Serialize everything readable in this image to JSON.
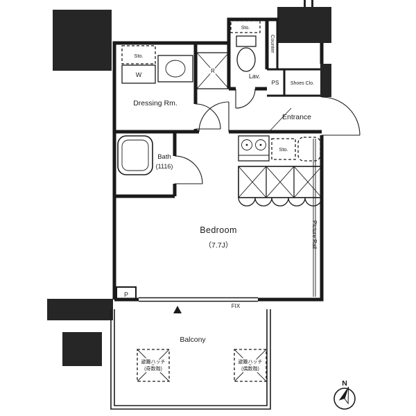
{
  "colors": {
    "ink": "#1a1a1a",
    "block_fill": "#262626",
    "background": "#ffffff"
  },
  "rooms": {
    "dressing": {
      "label": "Dressing Rm."
    },
    "bath": {
      "label": "Bath",
      "size": "(1116)"
    },
    "lav": {
      "label": "Lav."
    },
    "entrance": {
      "label": "Entrance"
    },
    "bedroom": {
      "label": "Bedroom",
      "size": "（7.7J）"
    },
    "balcony": {
      "label": "Balcony"
    }
  },
  "features": {
    "storage_dressing": "Sto.",
    "washer": "W",
    "storage_lav": "Sto.",
    "counter": "Counter",
    "pipe_space": "PS",
    "shoes_closet": "Shoes Clo.",
    "refrigerator": "R",
    "storage_kitchen": "Sto.",
    "picture_rail": "Picture Rail",
    "pillar": "P",
    "fix_window": "FIX"
  },
  "balcony_hatches": {
    "odd": {
      "line1": "避難ハッチ",
      "line2": "(奇数階)"
    },
    "even": {
      "line1": "避難ハッチ",
      "line2": "(偶数階)"
    }
  },
  "compass": {
    "north": "N"
  }
}
